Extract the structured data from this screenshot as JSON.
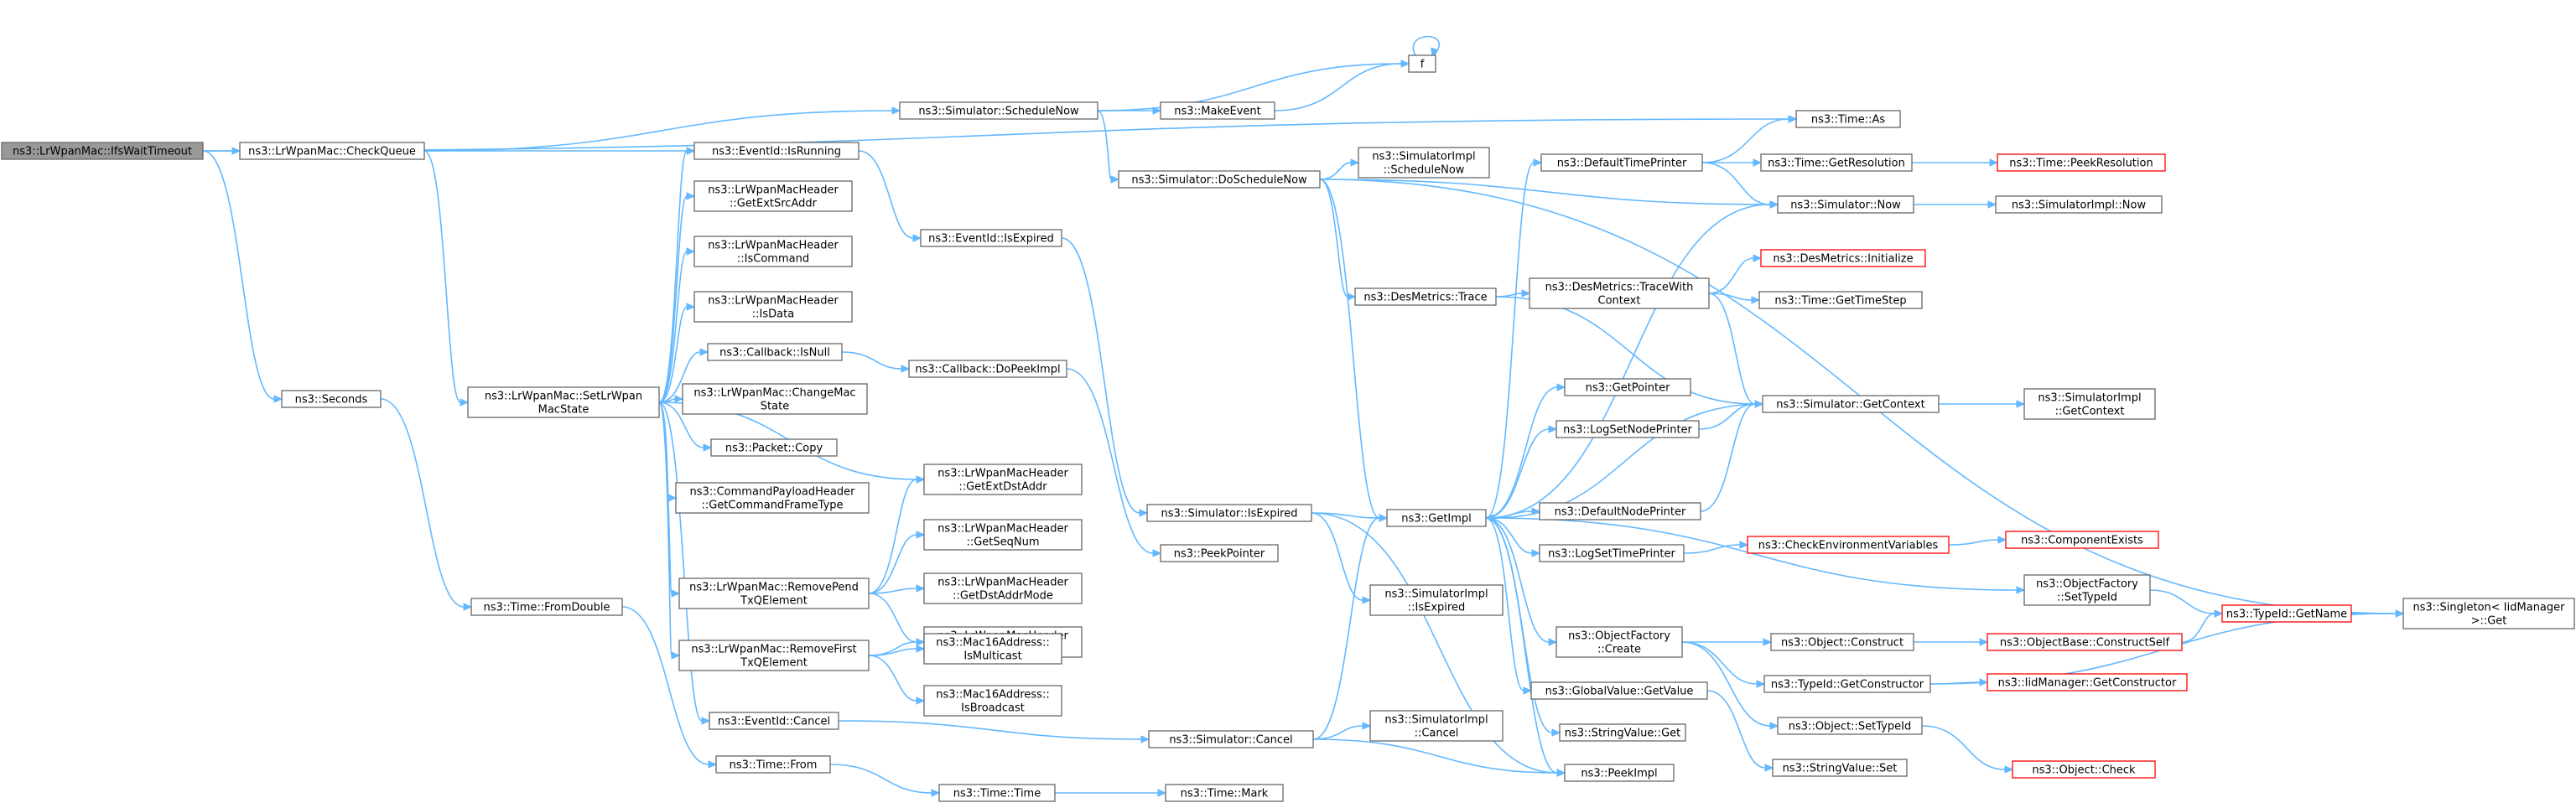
{
  "colors": {
    "edge": "#63b8ff",
    "border": "#666666",
    "truncated_border": "#ff0000",
    "root_fill": "#999999"
  },
  "nodes": {
    "ifs": [
      "ns3::LrWpanMac::IfsWaitTimeout"
    ],
    "checkq": [
      "ns3::LrWpanMac::CheckQueue"
    ],
    "seconds": [
      "ns3::Seconds"
    ],
    "setstate": [
      "ns3::LrWpanMac::SetLrWpan",
      "MacState"
    ],
    "fromdouble": [
      "ns3::Time::FromDouble"
    ],
    "schednow": [
      "ns3::Simulator::ScheduleNow"
    ],
    "isrunning": [
      "ns3::EventId::IsRunning"
    ],
    "extsrc": [
      "ns3::LrWpanMacHeader",
      "::GetExtSrcAddr"
    ],
    "iscmd": [
      "ns3::LrWpanMacHeader",
      "::IsCommand"
    ],
    "isdata": [
      "ns3::LrWpanMacHeader",
      "::IsData"
    ],
    "cbisnull": [
      "ns3::Callback::IsNull"
    ],
    "chgstate": [
      "ns3::LrWpanMac::ChangeMac",
      "State"
    ],
    "pktcopy": [
      "ns3::Packet::Copy"
    ],
    "cmdframe": [
      "ns3::CommandPayloadHeader",
      "::GetCommandFrameType"
    ],
    "rmpend": [
      "ns3::LrWpanMac::RemovePend",
      "TxQElement"
    ],
    "rmfirst": [
      "ns3::LrWpanMac::RemoveFirst",
      "TxQElement"
    ],
    "evcancel": [
      "ns3::EventId::Cancel"
    ],
    "timefrom": [
      "ns3::Time::From"
    ],
    "makeevent": [
      "ns3::MakeEvent"
    ],
    "f": [
      "f"
    ],
    "dosched": [
      "ns3::Simulator::DoScheduleNow"
    ],
    "evexpired": [
      "ns3::EventId::IsExpired"
    ],
    "cbdopeek": [
      "ns3::Callback::DoPeekImpl"
    ],
    "extdst": [
      "ns3::LrWpanMacHeader",
      "::GetExtDstAddr"
    ],
    "seqnum": [
      "ns3::LrWpanMacHeader",
      "::GetSeqNum"
    ],
    "dstmode": [
      "ns3::LrWpanMacHeader",
      "::GetDstAddrMode"
    ],
    "shortdst": [
      "ns3::LrWpanMacHeader",
      "::GetShortDstAddr"
    ],
    "ismulti": [
      "ns3::Mac16Address::",
      "IsMulticast"
    ],
    "isbcast": [
      "ns3::Mac16Address::",
      "IsBroadcast"
    ],
    "simexpired": [
      "ns3::Simulator::IsExpired"
    ],
    "peekptr": [
      "ns3::PeekPointer"
    ],
    "simcancel": [
      "ns3::Simulator::Cancel"
    ],
    "timetime": [
      "ns3::Time::Time"
    ],
    "timemark": [
      "ns3::Time::Mark"
    ],
    "implsched": [
      "ns3::SimulatorImpl",
      "::ScheduleNow"
    ],
    "destrace": [
      "ns3::DesMetrics::Trace"
    ],
    "getimpl": [
      "ns3::GetImpl"
    ],
    "implexpired": [
      "ns3::SimulatorImpl",
      "::IsExpired"
    ],
    "implcancel": [
      "ns3::SimulatorImpl",
      "::Cancel"
    ],
    "deftime": [
      "ns3::DefaultTimePrinter"
    ],
    "destracectx": [
      "ns3::DesMetrics::TraceWith",
      "Context"
    ],
    "getpointer": [
      "ns3::GetPointer"
    ],
    "lognode": [
      "ns3::LogSetNodePrinter"
    ],
    "defnode": [
      "ns3::DefaultNodePrinter"
    ],
    "logtime": [
      "ns3::LogSetTimePrinter"
    ],
    "objfcreate": [
      "ns3::ObjectFactory",
      "::Create"
    ],
    "gvget": [
      "ns3::GlobalValue::GetValue"
    ],
    "svget": [
      "ns3::StringValue::Get"
    ],
    "peekimpl": [
      "ns3::PeekImpl"
    ],
    "timeas": [
      "ns3::Time::As"
    ],
    "getres": [
      "ns3::Time::GetResolution"
    ],
    "simnow": [
      "ns3::Simulator::Now"
    ],
    "desinit": [
      "ns3::DesMetrics::Initialize"
    ],
    "timestep": [
      "ns3::Time::GetTimeStep"
    ],
    "simctx": [
      "ns3::Simulator::GetContext"
    ],
    "checkenv": [
      "ns3::CheckEnvironmentVariables"
    ],
    "objconstruct": [
      "ns3::Object::Construct"
    ],
    "tidctor": [
      "ns3::TypeId::GetConstructor"
    ],
    "objsettid": [
      "ns3::Object::SetTypeId"
    ],
    "svset": [
      "ns3::StringValue::Set"
    ],
    "objfsettid": [
      "ns3::ObjectFactory",
      "::SetTypeId"
    ],
    "peekres": [
      "ns3::Time::PeekResolution"
    ],
    "implnow": [
      "ns3::SimulatorImpl::Now"
    ],
    "implctx": [
      "ns3::SimulatorImpl",
      "::GetContext"
    ],
    "compexists": [
      "ns3::ComponentExists"
    ],
    "constructself": [
      "ns3::ObjectBase::ConstructSelf"
    ],
    "iidctor": [
      "ns3::IidManager::GetConstructor"
    ],
    "objcheck": [
      "ns3::Object::Check"
    ],
    "tidname": [
      "ns3::TypeId::GetName"
    ],
    "singleton": [
      "ns3::Singleton< IidManager",
      " >::Get"
    ]
  }
}
